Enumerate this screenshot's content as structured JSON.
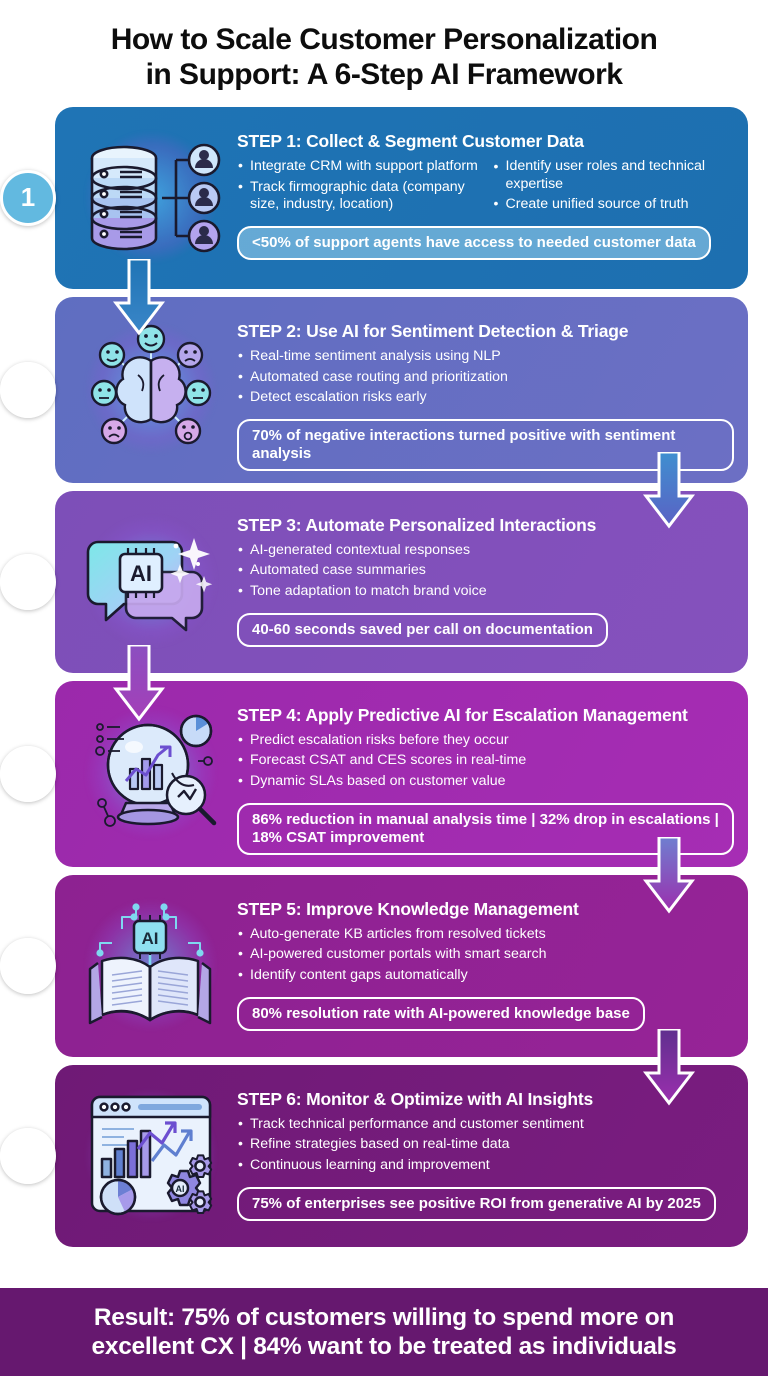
{
  "title": {
    "line1": "How to Scale Customer Personalization",
    "line2": "in Support: A 6-Step AI Framework"
  },
  "colors": {
    "step1": "#1f74b5",
    "step2": "#5f6ec1",
    "step3": "#7d4fb8",
    "step4": "#9b29ab",
    "step5": "#8d2291",
    "step6": "#6f1a76",
    "badge1_fill": "#62b9e0",
    "footer_bg": "#66186f",
    "text": "#ffffff",
    "title_text": "#0d0d0d"
  },
  "steps": [
    {
      "number": "1",
      "icon": "database-users-icon",
      "title": "STEP 1: Collect & Segment Customer Data",
      "bullets": [
        "Integrate CRM with support platform",
        "Track firmographic data (company size, industry, location)",
        "Identify user roles and technical expertise",
        "Create unified source of truth"
      ],
      "stat": "<50% of support agents have access to needed customer data"
    },
    {
      "number": "2",
      "icon": "brain-sentiment-icon",
      "title": "STEP 2: Use AI for Sentiment Detection & Triage",
      "bullets": [
        "Real-time sentiment analysis using NLP",
        "Automated case routing and prioritization",
        "Detect escalation risks early"
      ],
      "stat": "70% of negative interactions turned positive with sentiment analysis"
    },
    {
      "number": "3",
      "icon": "ai-chat-bubble-icon",
      "title": "STEP 3: Automate Personalized Interactions",
      "bullets": [
        "AI-generated contextual responses",
        "Automated case summaries",
        "Tone adaptation to match brand voice"
      ],
      "stat": "40-60 seconds saved per call on documentation"
    },
    {
      "number": "4",
      "icon": "crystal-ball-analytics-icon",
      "title": "STEP 4: Apply Predictive AI for Escalation Management",
      "bullets": [
        "Predict escalation risks before they occur",
        "Forecast CSAT and CES scores in real-time",
        "Dynamic SLAs based on customer value"
      ],
      "stat": "86% reduction in manual analysis time | 32% drop in escalations | 18% CSAT improvement"
    },
    {
      "number": "5",
      "icon": "ai-open-book-icon",
      "title": "STEP 5: Improve Knowledge Management",
      "bullets": [
        "Auto-generate KB articles from resolved tickets",
        "AI-powered customer portals with smart search",
        "Identify content gaps automatically"
      ],
      "stat": "80% resolution rate with AI-powered knowledge base"
    },
    {
      "number": "6",
      "icon": "dashboard-gears-icon",
      "title": "STEP 6: Monitor & Optimize with AI Insights",
      "bullets": [
        "Track technical performance and customer sentiment",
        "Refine strategies based on real-time data",
        "Continuous learning and improvement"
      ],
      "stat": "75% of enterprises see positive ROI from generative AI by 2025"
    }
  ],
  "connectors": [
    {
      "name": "arrow-step1-to-step2",
      "side": "left"
    },
    {
      "name": "arrow-step2-to-step3",
      "side": "right"
    },
    {
      "name": "arrow-step3-to-step4",
      "side": "left"
    },
    {
      "name": "arrow-step4-to-step5",
      "side": "right"
    },
    {
      "name": "arrow-step5-to-step6",
      "side": "right"
    }
  ],
  "footer": {
    "line1": "Result: 75% of customers willing to spend more on",
    "line2": "excellent CX | 84% want to be treated as individuals"
  }
}
